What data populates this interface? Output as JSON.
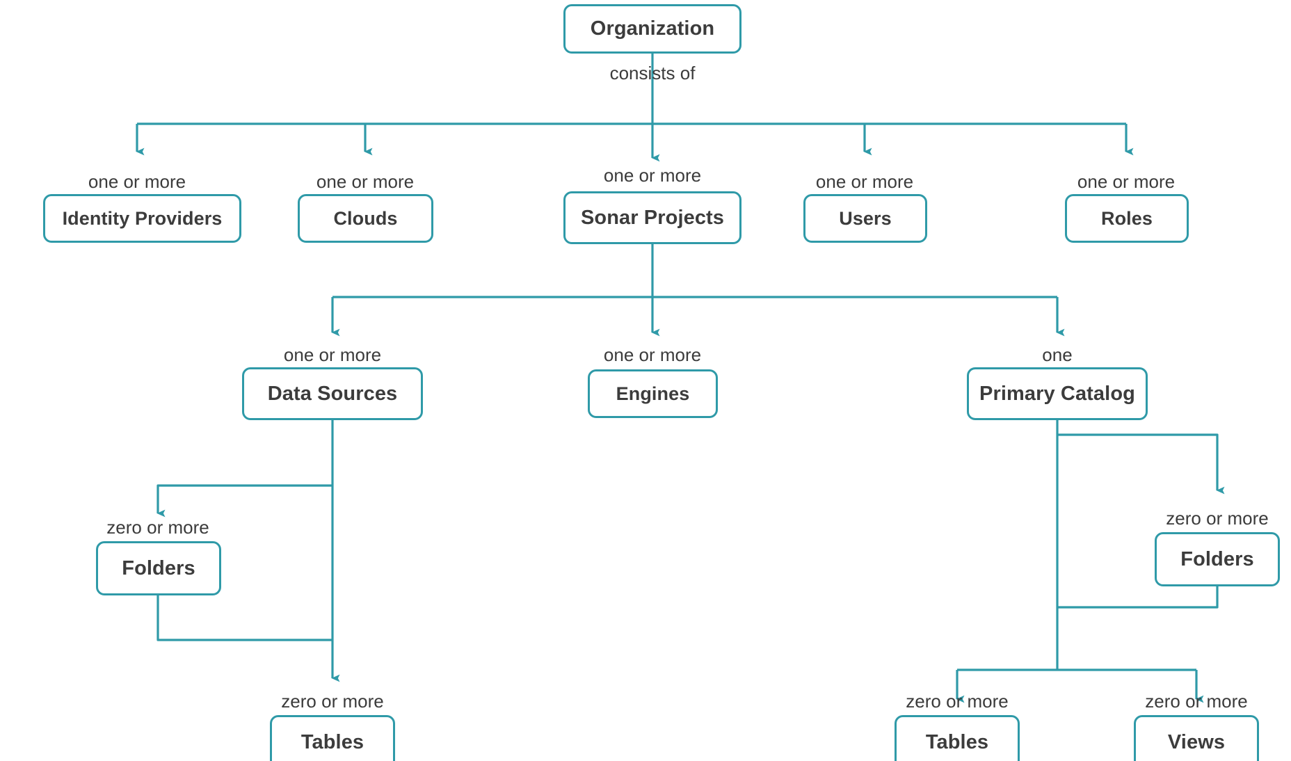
{
  "theme": {
    "line_color": "#2f9aa8",
    "box_border_color": "#2f9aa8",
    "box_fill_color": "#ffffff",
    "text_color": "#3c3c3c",
    "label_text_color": "#3b3b3b",
    "background_color": "#ffffff"
  },
  "diagram": {
    "type": "hierarchy-tree",
    "root_relation": "consists of",
    "nodes": {
      "organization": {
        "label": "Organization"
      },
      "identity_providers": {
        "label": "Identity Providers"
      },
      "clouds": {
        "label": "Clouds"
      },
      "sonar_projects": {
        "label": "Sonar Projects"
      },
      "users": {
        "label": "Users"
      },
      "roles": {
        "label": "Roles"
      },
      "data_sources": {
        "label": "Data Sources"
      },
      "engines": {
        "label": "Engines"
      },
      "primary_catalog": {
        "label": "Primary Catalog"
      },
      "ds_folders": {
        "label": "Folders"
      },
      "ds_tables": {
        "label": "Tables"
      },
      "pc_folders": {
        "label": "Folders"
      },
      "pc_tables": {
        "label": "Tables"
      },
      "pc_views": {
        "label": "Views"
      }
    },
    "cardinality_labels": {
      "identity_providers": "one or more",
      "clouds": "one or more",
      "sonar_projects": "one or more",
      "users": "one or more",
      "roles": "one or more",
      "data_sources": "one or more",
      "engines": "one or more",
      "primary_catalog": "one",
      "ds_folders": "zero or more",
      "ds_tables": "zero or more",
      "pc_folders": "zero or more",
      "pc_tables": "zero or more",
      "pc_views": "zero or more"
    },
    "edges": [
      {
        "from": "organization",
        "to": "identity_providers",
        "cardinality": "one or more"
      },
      {
        "from": "organization",
        "to": "clouds",
        "cardinality": "one or more"
      },
      {
        "from": "organization",
        "to": "sonar_projects",
        "cardinality": "one or more"
      },
      {
        "from": "organization",
        "to": "users",
        "cardinality": "one or more"
      },
      {
        "from": "organization",
        "to": "roles",
        "cardinality": "one or more"
      },
      {
        "from": "sonar_projects",
        "to": "data_sources",
        "cardinality": "one or more"
      },
      {
        "from": "sonar_projects",
        "to": "engines",
        "cardinality": "one or more"
      },
      {
        "from": "sonar_projects",
        "to": "primary_catalog",
        "cardinality": "one"
      },
      {
        "from": "data_sources",
        "to": "ds_folders",
        "cardinality": "zero or more"
      },
      {
        "from": "data_sources",
        "to": "ds_tables",
        "cardinality": "zero or more"
      },
      {
        "from": "ds_folders",
        "to": "ds_tables",
        "cardinality": "zero or more"
      },
      {
        "from": "primary_catalog",
        "to": "pc_folders",
        "cardinality": "zero or more"
      },
      {
        "from": "primary_catalog",
        "to": "pc_tables",
        "cardinality": "zero or more"
      },
      {
        "from": "primary_catalog",
        "to": "pc_views",
        "cardinality": "zero or more"
      }
    ]
  }
}
